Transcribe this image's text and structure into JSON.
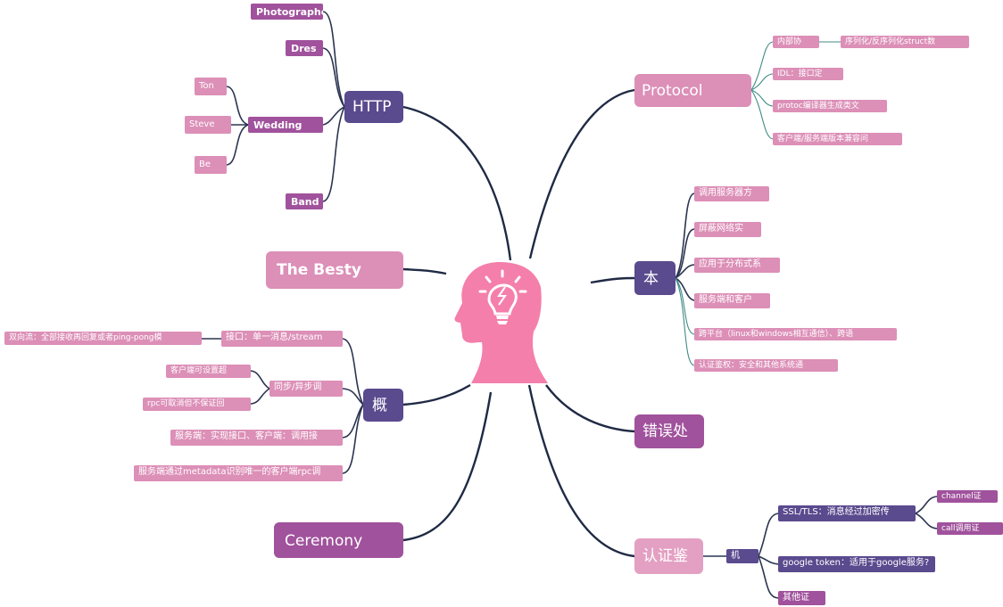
{
  "center": {
    "icon": "head-lightbulb-icon"
  },
  "colors": {
    "dark": "#5a4a8e",
    "magenta": "#a0529c",
    "pink": "#dc8fb7",
    "head": "#f47fab"
  },
  "http": {
    "label": "HTTP",
    "children": {
      "photographer": "Photographe",
      "dress": "Dres",
      "wedding": "Wedding",
      "band": "Band"
    },
    "wedding_children": {
      "tom": "Ton",
      "steve": "Steve",
      "be": "Be"
    }
  },
  "besty": {
    "label": "The Besty"
  },
  "gaishu": {
    "label": "概",
    "interface": "接口：单一消息/stream",
    "interface_detail": "双向流：全部接收再回复或者ping-pong模",
    "sync": "同步/异步调",
    "sync_detail_1": "客户端可设置超",
    "sync_detail_2": "rpc可取消但不保证回",
    "server": "服务端：实现接口、客户端：调用接",
    "metadata": "服务端通过metadata识别唯一的客户端rpc调"
  },
  "ceremony": {
    "label": "Ceremony"
  },
  "protocol": {
    "label": "Protocol",
    "internal": "内部协",
    "serialize": "序列化/反序列化struct数",
    "idl": "IDL：接口定",
    "protoc": "protoc编译器生成类文",
    "compat": "客户端/服务端版本兼容问"
  },
  "ben": {
    "label": "本",
    "items": [
      "调用服务器方",
      "屏蔽网络实",
      "应用于分布式系",
      "服务端和客户",
      "跨平台（linux和windows相互通信）、跨语",
      "认证鉴权：安全和其他系统通"
    ]
  },
  "error": {
    "label": "错误处"
  },
  "auth": {
    "label": "认证鉴",
    "mech": "机",
    "ssl": "SSL/TLS：消息经过加密传",
    "channel": "channel证",
    "call": "call调用证",
    "google": "google token：适用于google服务?",
    "other": "其他证"
  }
}
